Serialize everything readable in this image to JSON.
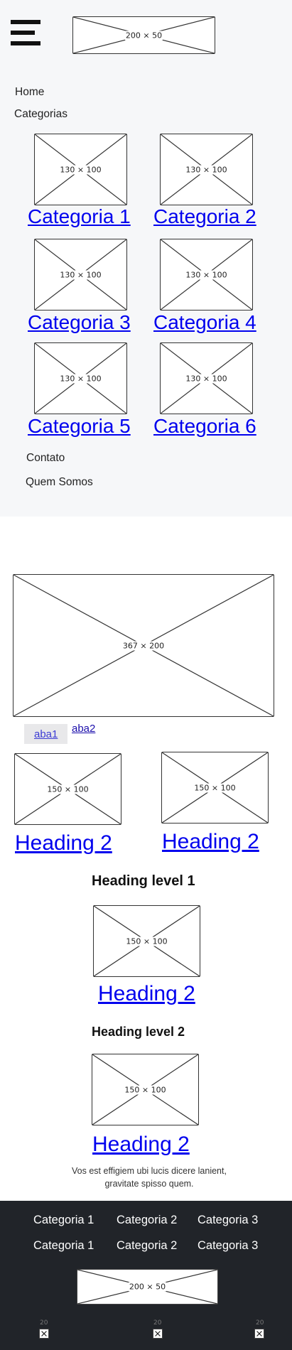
{
  "header": {
    "menu_icon": "hamburger-icon",
    "logo_placeholder": "200 × 50"
  },
  "nav": {
    "home": "Home",
    "categorias": "Categorias",
    "categories": [
      {
        "label": "Categoria 1",
        "image": "130 × 100"
      },
      {
        "label": "Categoria 2",
        "image": "130 × 100"
      },
      {
        "label": "Categoria 3",
        "image": "130 × 100"
      },
      {
        "label": "Categoria 4",
        "image": "130 × 100"
      },
      {
        "label": "Categoria 5",
        "image": "130 × 100"
      },
      {
        "label": "Categoria 6",
        "image": "130 × 100"
      }
    ],
    "contato": "Contato",
    "quem_somos": "Quem Somos"
  },
  "hero": {
    "image": "367 × 200"
  },
  "tabs": [
    {
      "label": "aba1"
    },
    {
      "label": "aba2"
    }
  ],
  "cards": [
    {
      "image": "150 × 100",
      "heading": "Heading 2"
    },
    {
      "image": "150 × 100",
      "heading": "Heading 2"
    }
  ],
  "section1": {
    "title": "Heading level 1",
    "image": "150 × 100",
    "heading": "Heading 2"
  },
  "section2": {
    "title": "Heading level 2",
    "image": "150 × 100",
    "heading": "Heading 2",
    "paragraph": "Vos est effigiem ubi lucis dicere lanient, gravitate spisso quem."
  },
  "footer": {
    "row1": [
      "Categoria 1",
      "Categoria 2",
      "Categoria 3"
    ],
    "row2": [
      "Categoria 1",
      "Categoria 2",
      "Categoria 3"
    ],
    "logo": "200 × 50",
    "icons": [
      {
        "label": "20",
        "icon": "close-icon"
      },
      {
        "label": "20",
        "icon": "close-icon"
      },
      {
        "label": "20",
        "icon": "close-icon"
      }
    ]
  }
}
